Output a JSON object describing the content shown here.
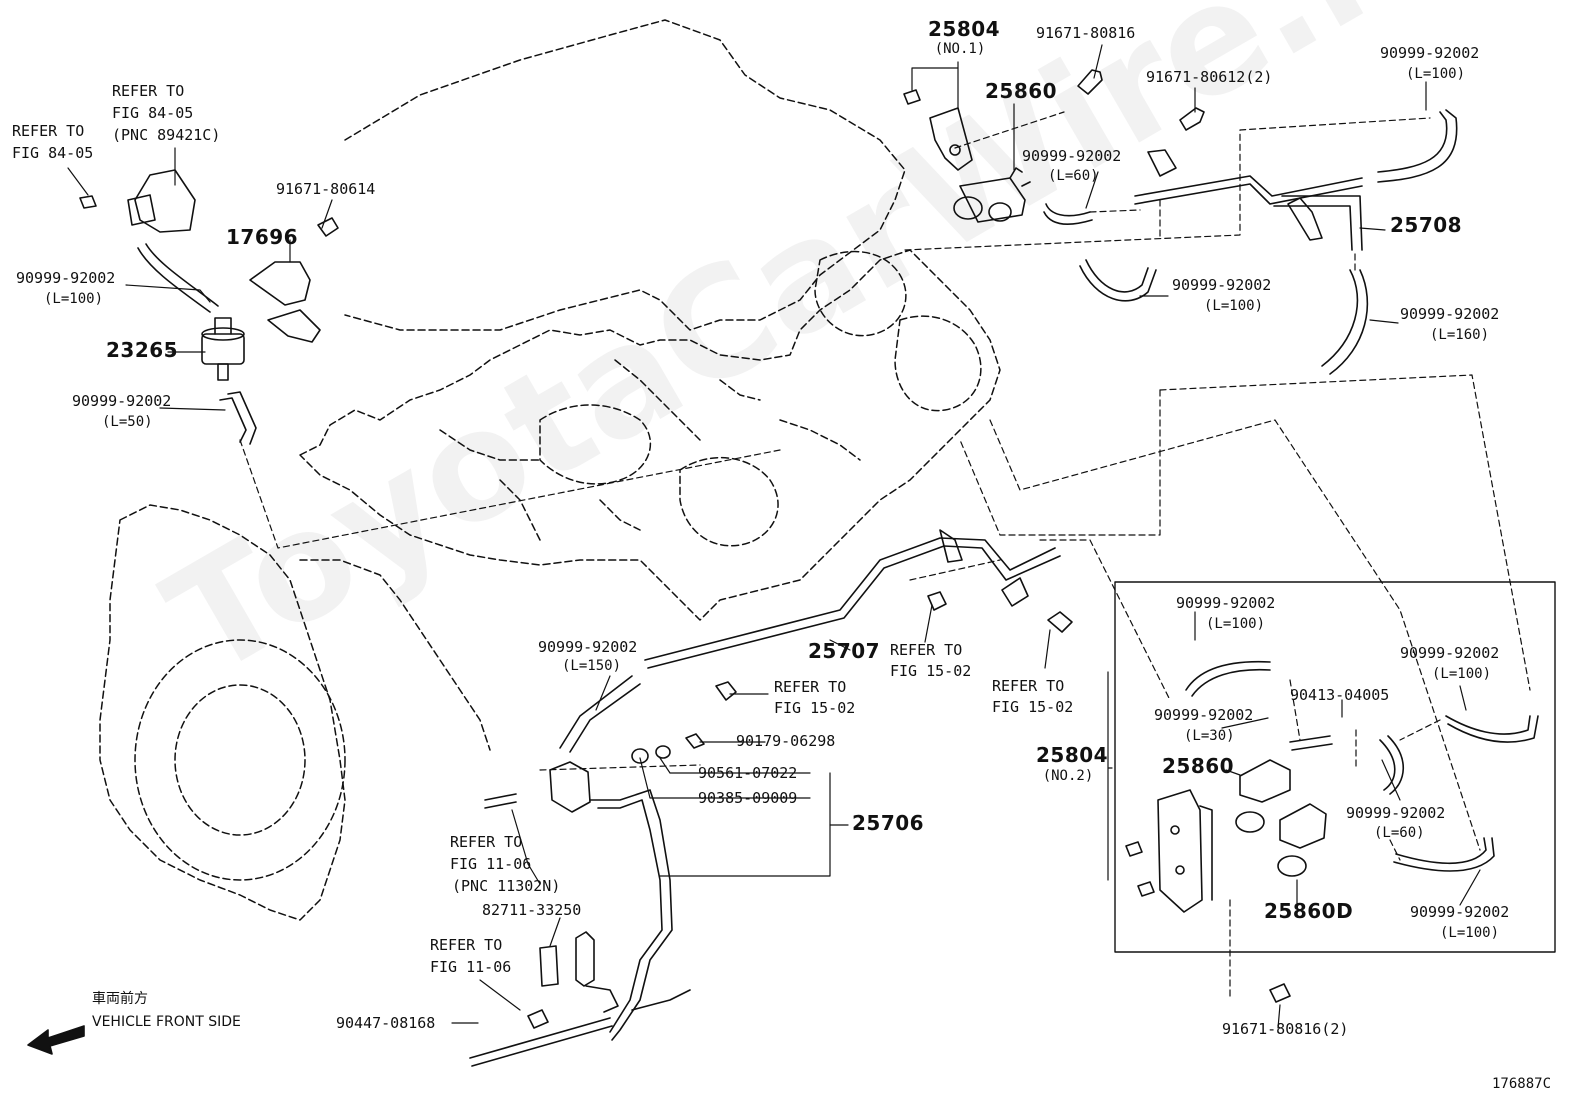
{
  "watermark": "ToyotaCarWire.ru",
  "figure_id": "176887C",
  "front": {
    "jp": "車両前方",
    "en": "VEHICLE FRONT SIDE",
    "icon": "arrow-left-icon"
  },
  "parts": {
    "p25804_no1": {
      "num": "25804",
      "note": "(NO.1)"
    },
    "p91671_80816_top": {
      "num": "91671-80816"
    },
    "p25860_top": {
      "num": "25860"
    },
    "p91671_80612": {
      "num": "91671-80612(2)"
    },
    "p90999_top_right": {
      "num": "90999-92002",
      "note": "(L=100)"
    },
    "p90999_l60_top": {
      "num": "90999-92002",
      "note": "(L=60)"
    },
    "p25708": {
      "num": "25708"
    },
    "p90999_l100_mid": {
      "num": "90999-92002",
      "note": "(L=100)"
    },
    "p90999_l160": {
      "num": "90999-92002",
      "note": "(L=160)"
    },
    "p91671_80614": {
      "num": "91671-80614"
    },
    "p17696": {
      "num": "17696"
    },
    "p90999_l100_left": {
      "num": "90999-92002",
      "note": "(L=100)"
    },
    "p23265": {
      "num": "23265"
    },
    "p90999_l50": {
      "num": "90999-92002",
      "note": "(L=50)"
    },
    "p90999_l150": {
      "num": "90999-92002",
      "note": "(L=150)"
    },
    "p25707": {
      "num": "25707"
    },
    "p90179": {
      "num": "90179-06298"
    },
    "p90561": {
      "num": "90561-07022"
    },
    "p90385": {
      "num": "90385-09009"
    },
    "p25706": {
      "num": "25706"
    },
    "p82711": {
      "num": "82711-33250"
    },
    "p90447": {
      "num": "90447-08168"
    },
    "p25804_no2": {
      "num": "25804",
      "note": "(NO.2)"
    },
    "box_90999_l100_a": {
      "num": "90999-92002",
      "note": "(L=100)"
    },
    "box_90999_l30": {
      "num": "90999-92002",
      "note": "(L=30)"
    },
    "box_90413": {
      "num": "90413-04005"
    },
    "box_25860": {
      "num": "25860"
    },
    "box_90999_l100_b": {
      "num": "90999-92002",
      "note": "(L=100)"
    },
    "box_90999_l60": {
      "num": "90999-92002",
      "note": "(L=60)"
    },
    "box_25860d": {
      "num": "25860D"
    },
    "box_90999_l100_c": {
      "num": "90999-92002",
      "note": "(L=100)"
    },
    "p91671_80816_2": {
      "num": "91671-80816(2)"
    }
  },
  "refs": {
    "r_84_05_a": {
      "line1": "REFER TO",
      "line2": "FIG 84-05"
    },
    "r_84_05_b": {
      "line1": "REFER TO",
      "line2": "FIG 84-05",
      "line3": "(PNC 89421C)"
    },
    "r_15_02_a": {
      "line1": "REFER TO",
      "line2": "FIG 15-02"
    },
    "r_15_02_b": {
      "line1": "REFER TO",
      "line2": "FIG 15-02"
    },
    "r_15_02_c": {
      "line1": "REFER TO",
      "line2": "FIG 15-02"
    },
    "r_11_06_a": {
      "line1": "REFER TO",
      "line2": "FIG 11-06",
      "line3": "(PNC 11302N)"
    },
    "r_11_06_b": {
      "line1": "REFER TO",
      "line2": "FIG 11-06"
    }
  }
}
